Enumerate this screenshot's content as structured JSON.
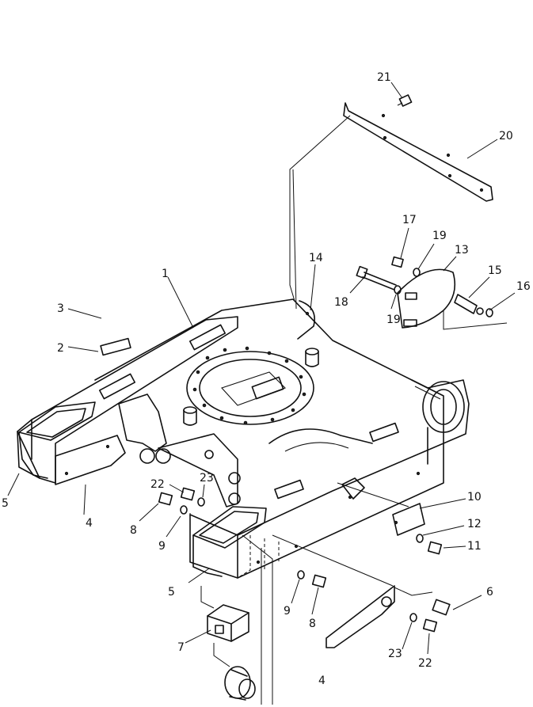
{
  "diagram": {
    "callouts": [
      "1",
      "2",
      "3",
      "4",
      "4",
      "5",
      "5",
      "6",
      "7",
      "8",
      "8",
      "9",
      "9",
      "10",
      "11",
      "12",
      "13",
      "14",
      "15",
      "16",
      "17",
      "18",
      "19",
      "19",
      "20",
      "21",
      "22",
      "22",
      "23",
      "23"
    ]
  }
}
